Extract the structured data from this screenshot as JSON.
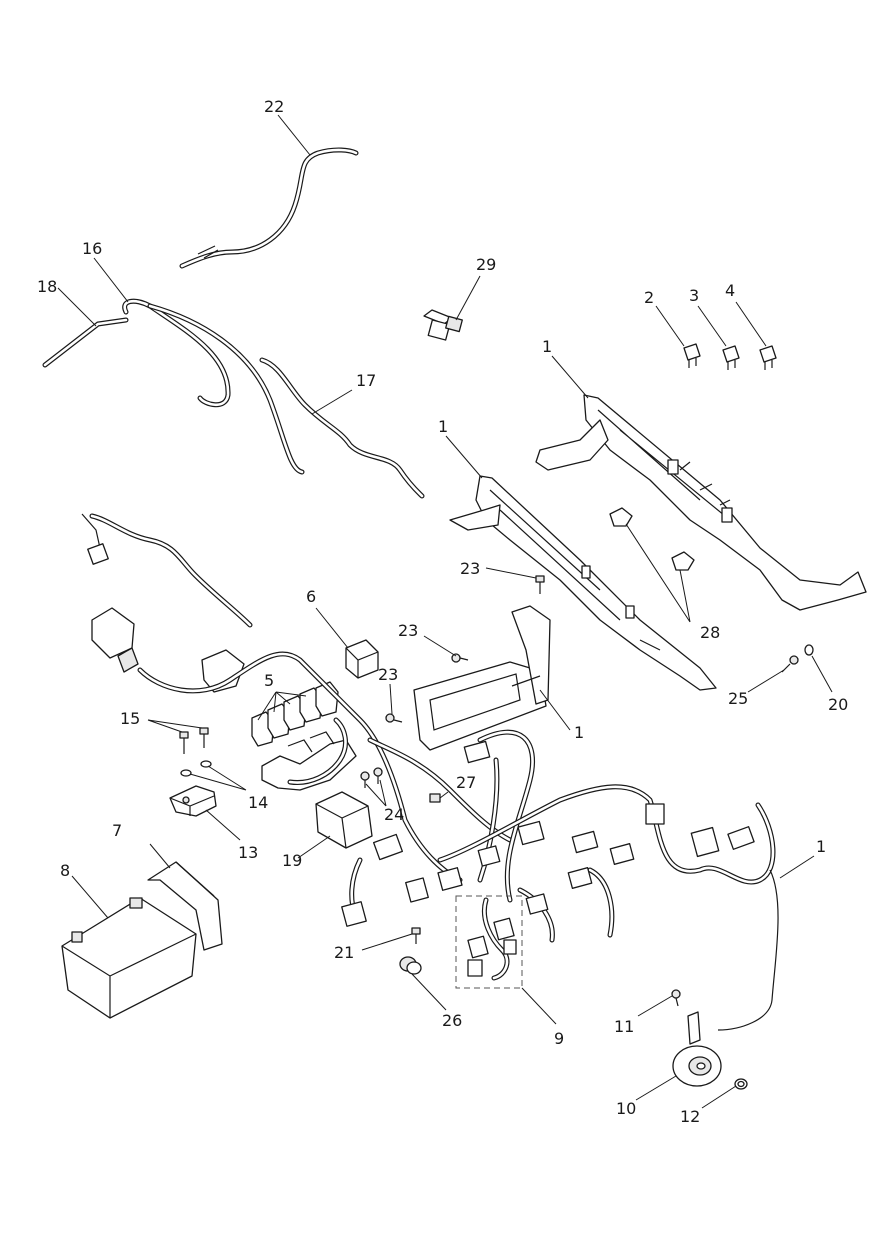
{
  "callouts": {
    "c1a": "1",
    "c1b": "1",
    "c1c": "1",
    "c1d": "1",
    "c2": "2",
    "c3": "3",
    "c4": "4",
    "c5": "5",
    "c6": "6",
    "c7": "7",
    "c8": "8",
    "c9": "9",
    "c10": "10",
    "c11": "11",
    "c12": "12",
    "c13": "13",
    "c14": "14",
    "c15": "15",
    "c16": "16",
    "c17": "17",
    "c18": "18",
    "c19": "19",
    "c20": "20",
    "c21": "21",
    "c22": "22",
    "c23a": "23",
    "c23b": "23",
    "c23c": "23",
    "c24": "24",
    "c25": "25",
    "c26": "26",
    "c27": "27",
    "c28": "28",
    "c29": "29"
  },
  "colors": {
    "line": "#1a1a1a",
    "fill": "#ffffff",
    "shade": "#e8e8e8"
  }
}
